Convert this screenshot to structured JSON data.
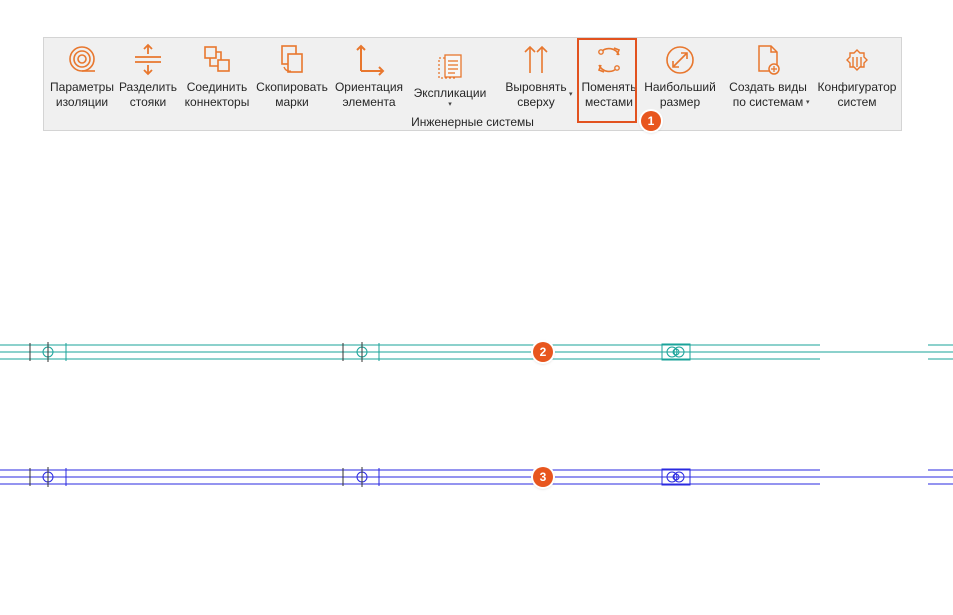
{
  "ribbon": {
    "group_label": "Инженерные системы",
    "buttons": [
      {
        "label": "Параметры\nизоляции",
        "icon": "insulation-icon"
      },
      {
        "label": "Разделить\nстояки",
        "icon": "split-risers-icon"
      },
      {
        "label": "Соединить\nконнекторы",
        "icon": "connect-connectors-icon"
      },
      {
        "label": "Скопировать\nмарки",
        "icon": "copy-tags-icon"
      },
      {
        "label": "Ориентация\nэлемента",
        "icon": "element-orientation-icon"
      },
      {
        "label": "Экспликации",
        "icon": "explications-icon",
        "dropdown": "▾"
      },
      {
        "label": "Выровнять\nсверху",
        "icon": "align-top-icon",
        "dropdown": "▾"
      },
      {
        "label": "Поменять\nместами",
        "icon": "swap-icon"
      },
      {
        "label": "Наибольший\nразмер",
        "icon": "largest-size-icon"
      },
      {
        "label": "Создать виды\nпо системам",
        "icon": "create-views-icon",
        "dropdown": "▾"
      },
      {
        "label": "Конфигуратор\nсистем",
        "icon": "system-configurator-icon"
      }
    ]
  },
  "callouts": [
    "1",
    "2",
    "3"
  ],
  "colors": {
    "accent": "#e8772e",
    "highlight": "#e2521f",
    "pipe_teal": "#1aa39a",
    "pipe_blue": "#2a2ae0"
  }
}
